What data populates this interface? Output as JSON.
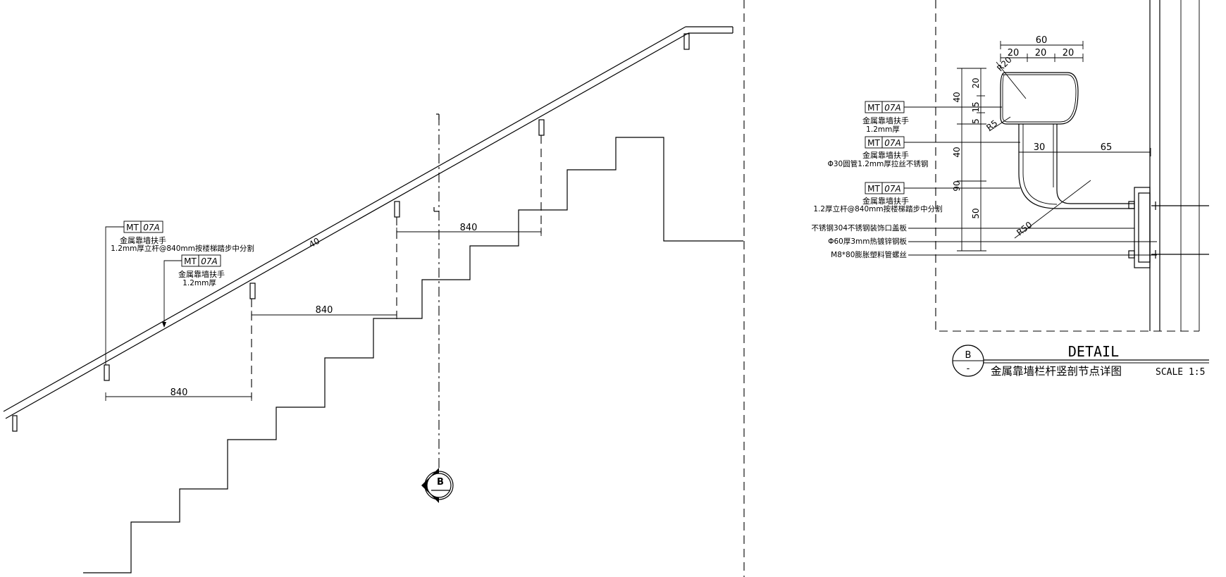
{
  "tags": {
    "mt": "MT",
    "code": "07A"
  },
  "left_callouts": [
    {
      "line1": "金属靠墙扶手",
      "line2": "1.2mm厚立杆@840mm按楼梯踏步中分割"
    },
    {
      "line1": "金属靠墙扶手",
      "line2": "1.2mm厚"
    }
  ],
  "left_dims": {
    "spacing_1": "840",
    "spacing_2": "840",
    "spacing_3": "840",
    "rail_label": "40"
  },
  "section_marker": {
    "letter": "B"
  },
  "right_callouts": [
    {
      "line1": "金属靠墙扶手",
      "line2": "1.2mm厚"
    },
    {
      "line1": "金属靠墙扶手",
      "line2": "Φ30圆管1.2mm厚拉丝不锈钢"
    },
    {
      "line1": "金属靠墙扶手",
      "line2": "1.2厚立杆@840mm按楼梯踏步中分割"
    }
  ],
  "right_notes": [
    "不锈钢304不锈钢装饰口盖板",
    "Φ60厚3mm热镀锌钢板",
    "M8*80膨胀塑料管螺丝"
  ],
  "detail_dims": {
    "top_total": "60",
    "top_a": "20",
    "top_b": "20",
    "top_c": "20",
    "r20": "R20",
    "r5": "R5",
    "r50": "R50",
    "h30": "30",
    "h65": "65",
    "v40a": "40",
    "v40b": "40",
    "v90": "90",
    "v20": "20",
    "v15": "15",
    "v5": "5",
    "v50": "50"
  },
  "title_block": {
    "circle_top": "B",
    "circle_bottom": "-",
    "heading": "DETAIL",
    "title": "金属靠墙栏杆竖剖节点详图",
    "scale": "SCALE 1:5"
  }
}
